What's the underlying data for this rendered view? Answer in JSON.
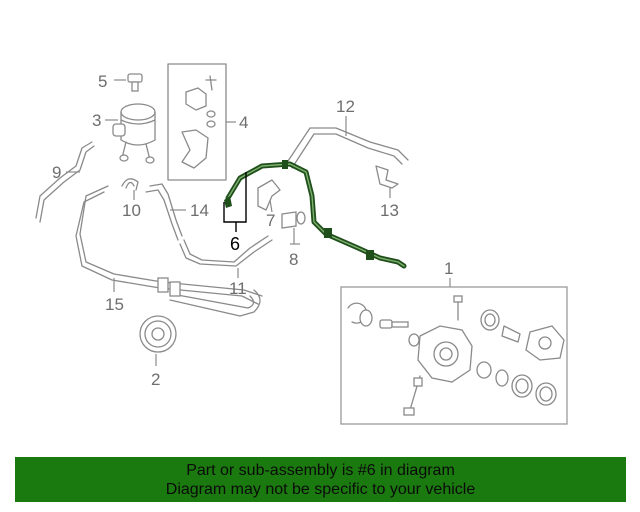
{
  "diagram": {
    "labels": {
      "p1": "1",
      "p2": "2",
      "p3": "3",
      "p4": "4",
      "p5": "5",
      "p6": "6",
      "p7": "7",
      "p8": "8",
      "p9": "9",
      "p10": "10",
      "p11": "11",
      "p12": "12",
      "p13": "13",
      "p14": "14",
      "p15": "15"
    },
    "highlight_color": "#1f4f1a",
    "line_color": "#8a8a8a"
  },
  "banner": {
    "line1": "Part or sub-assembly is #6 in diagram",
    "line2": "Diagram may not be specific to your vehicle",
    "background": "#1b7a0f"
  }
}
